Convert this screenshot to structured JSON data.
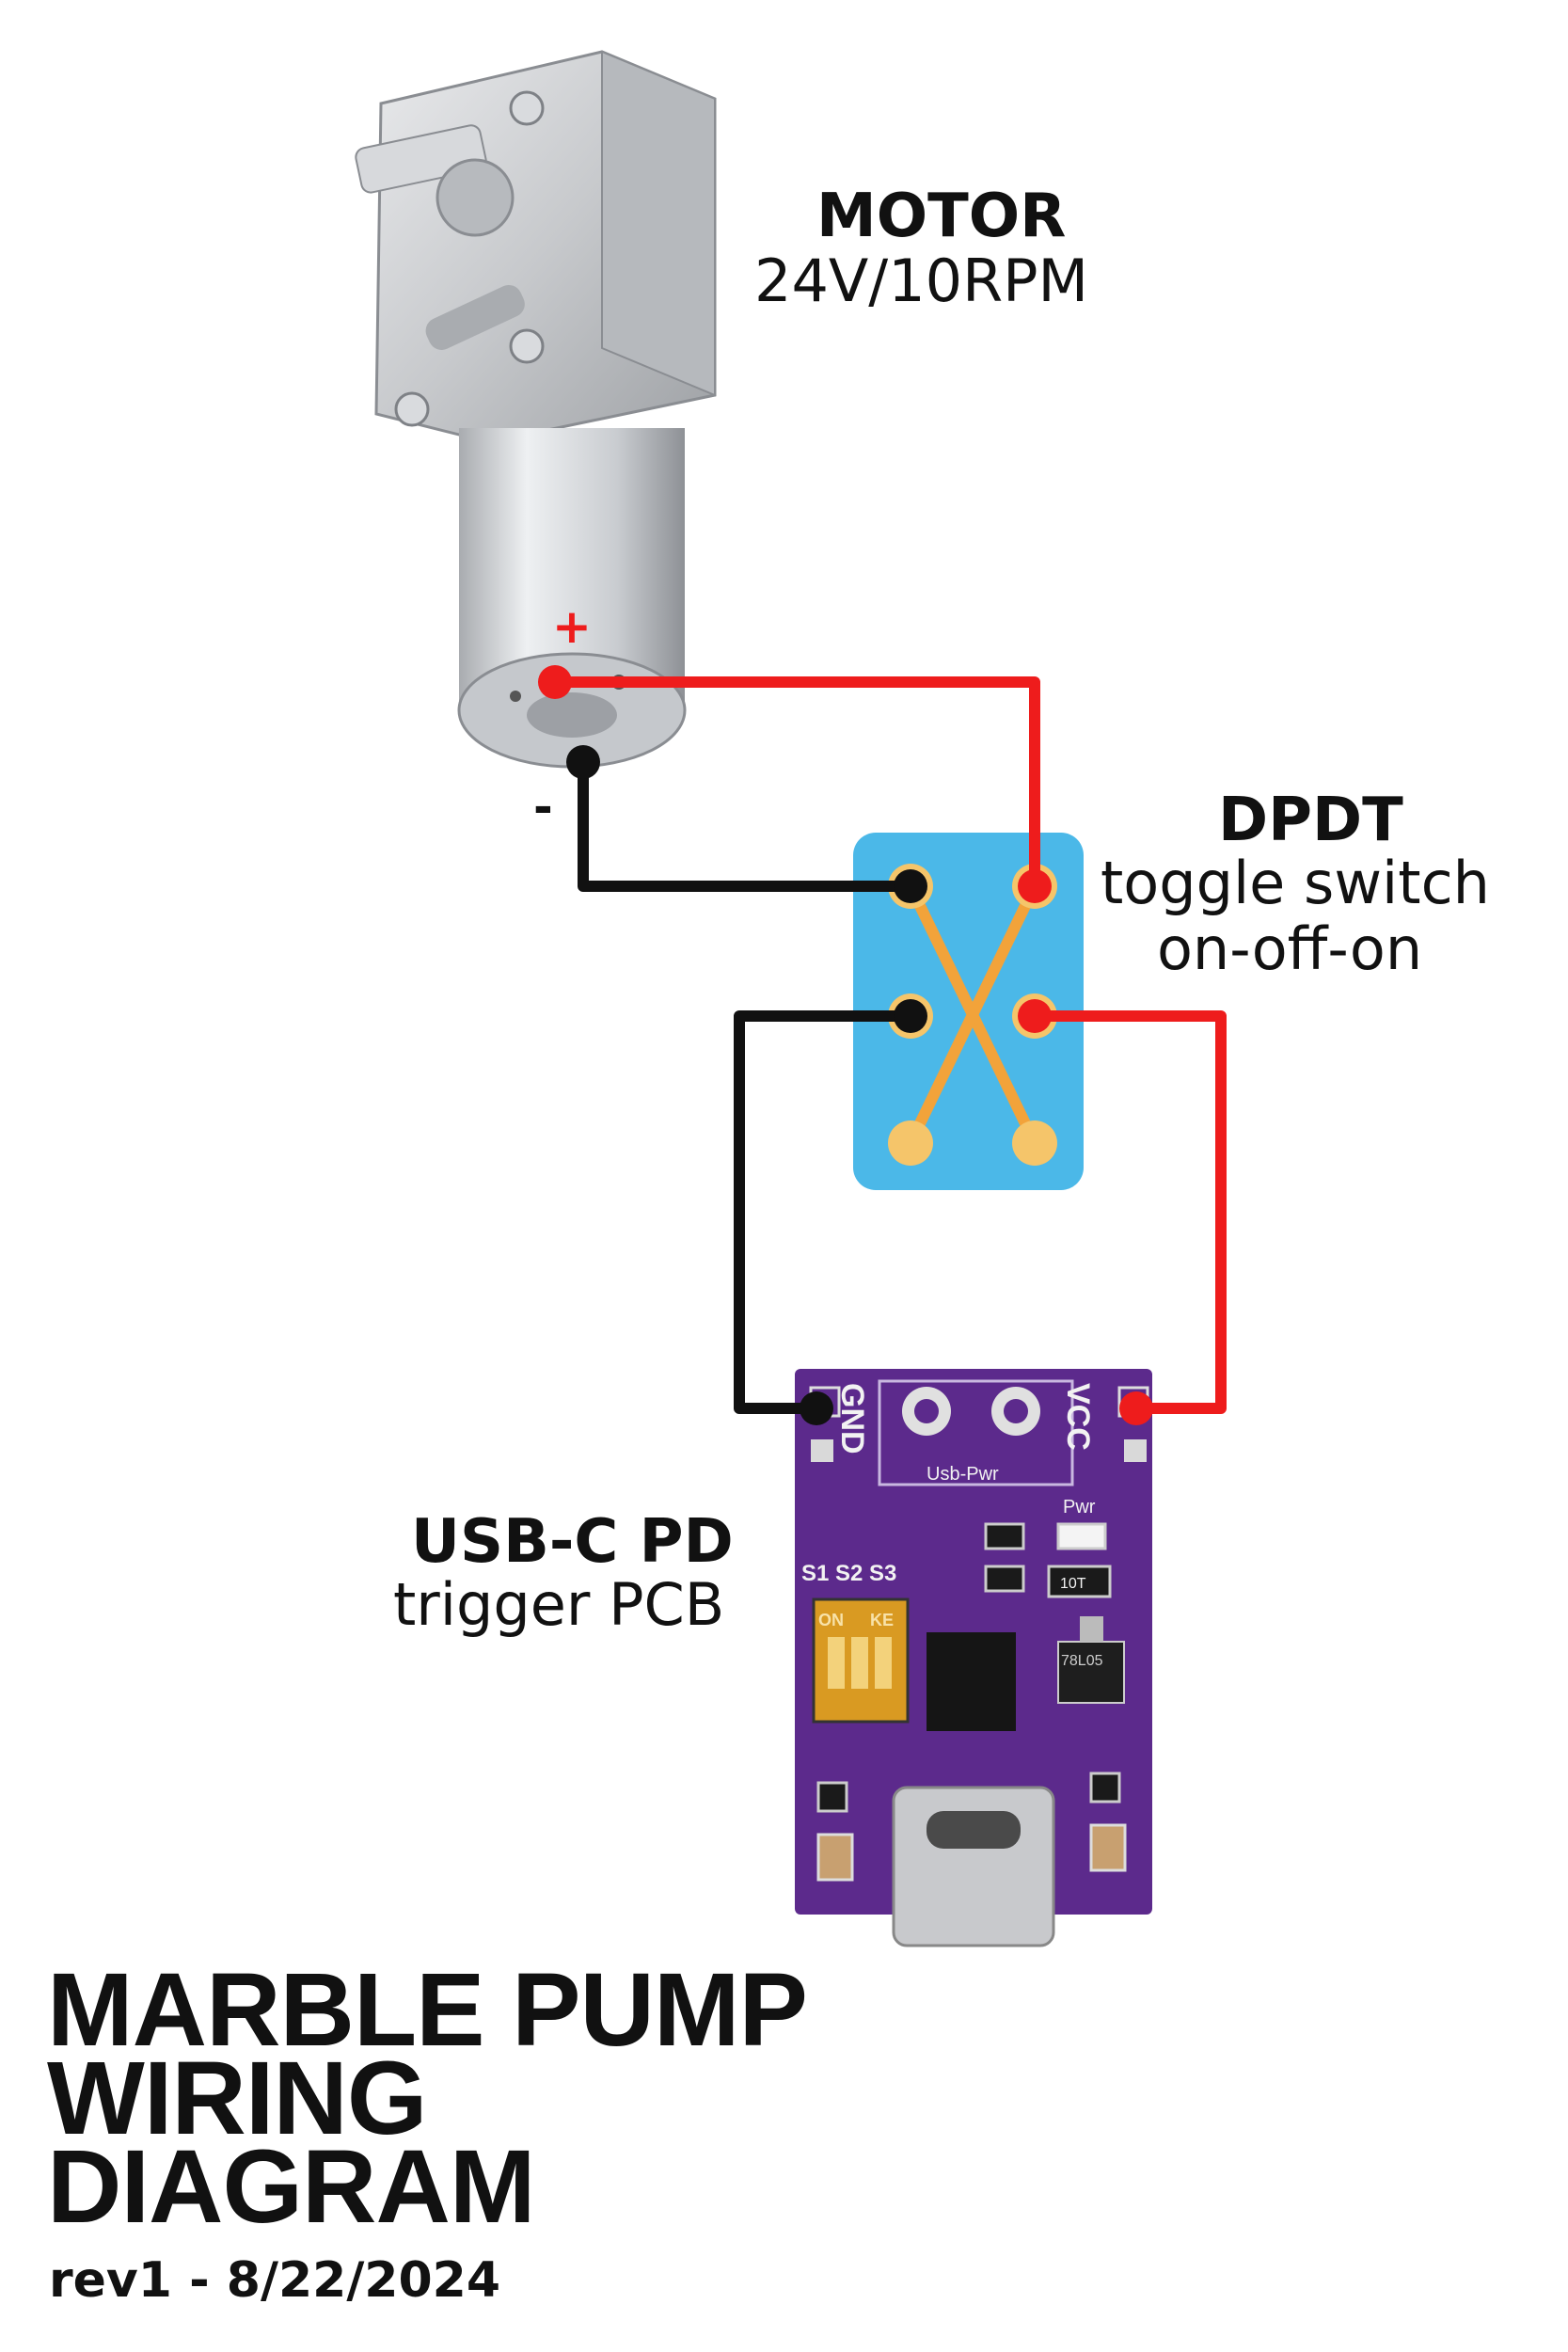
{
  "motor": {
    "title": "MOTOR",
    "spec": "24V/10RPM",
    "plus": "+",
    "minus": "-"
  },
  "switch": {
    "title": "DPDT",
    "line1": "toggle switch",
    "line2": "on-off-on"
  },
  "pcb": {
    "title": "USB-C PD",
    "subtitle": "trigger PCB",
    "gnd": "GND",
    "vcc": "VCC",
    "usb_pwr": "Usb-Pwr",
    "pwr": "Pwr",
    "s1": "S1",
    "s2": "S2",
    "s3": "S3",
    "dip_on": "ON",
    "dip_ke": "KE",
    "regulator": "78L05",
    "resistor": "10T"
  },
  "footer": {
    "title_line1": "MARBLE PUMP",
    "title_line2": "WIRING",
    "title_line3": "DIAGRAM",
    "revision": "rev1 - 8/22/2024"
  },
  "colors": {
    "positive_wire": "#ee1c1c",
    "negative_wire": "#111111",
    "switch_body": "#4bb8e8",
    "switch_trace": "#f2a33a",
    "pcb": "#5c2a8c"
  }
}
